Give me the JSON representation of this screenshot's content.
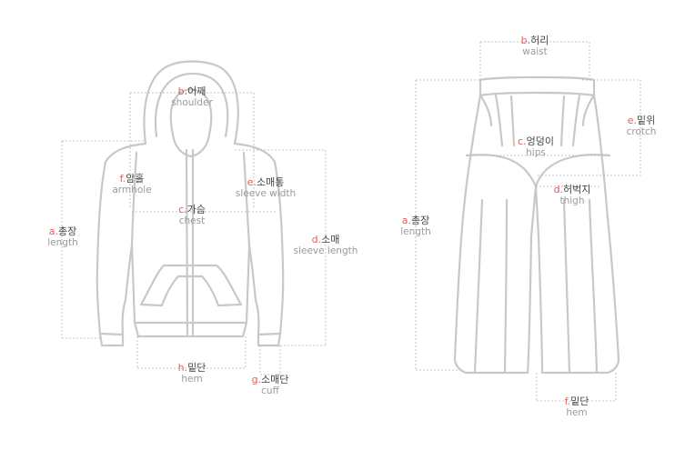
{
  "colors": {
    "letter": "#e06060",
    "korean": "#444444",
    "english": "#9a9a9a",
    "outline": "#c8c8c8",
    "dash": "#b4b4b4"
  },
  "hoodie": {
    "shoulder": {
      "letter": "b.",
      "ko": "어깨",
      "en": "shoulder"
    },
    "armhole": {
      "letter": "f.",
      "ko": "암홀",
      "en": "armhole"
    },
    "sleeve_width": {
      "letter": "e.",
      "ko": "소매통",
      "en": "sleeve width"
    },
    "chest": {
      "letter": "c.",
      "ko": "가슴",
      "en": "chest"
    },
    "length": {
      "letter": "a.",
      "ko": "총장",
      "en": "length"
    },
    "sleeve_length": {
      "letter": "d.",
      "ko": "소매",
      "en": "sleeve length"
    },
    "hem": {
      "letter": "h.",
      "ko": "밑단",
      "en": "hem"
    },
    "cuff": {
      "letter": "g.",
      "ko": "소매단",
      "en": "cuff"
    }
  },
  "pants": {
    "waist": {
      "letter": "b.",
      "ko": "허리",
      "en": "waist"
    },
    "crotch": {
      "letter": "e.",
      "ko": "밑위",
      "en": "crotch"
    },
    "hips": {
      "letter": "c.",
      "ko": "엉덩이",
      "en": "hips"
    },
    "thigh": {
      "letter": "d.",
      "ko": "허벅지",
      "en": "thigh"
    },
    "length": {
      "letter": "a.",
      "ko": "총장",
      "en": "length"
    },
    "hem": {
      "letter": "f.",
      "ko": "밑단",
      "en": "hem"
    }
  }
}
